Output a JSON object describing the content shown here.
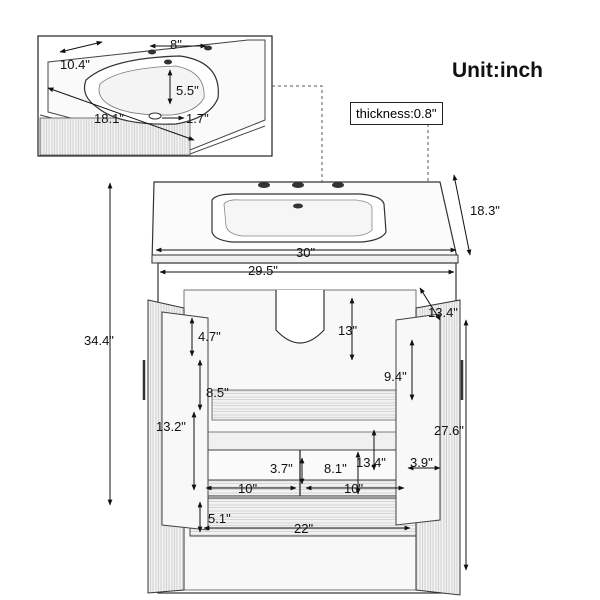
{
  "unit_label": "Unit:inch",
  "thickness_label": "thickness:0.8\"",
  "dims": {
    "inset_faucet_spacing": "8\"",
    "inset_basin_depth": "10.4\"",
    "inset_faucet_to_basin": "5.5\"",
    "inset_basin_width": "18.1\"",
    "inset_drain": "1.7\"",
    "top_depth": "18.3\"",
    "top_width": "30\"",
    "cabinet_width": "29.5\"",
    "overall_height": "34.4\"",
    "back_cutout_height": "13\"",
    "back_cutout_side": "13.4\"",
    "door_shelf_top": "4.7\"",
    "door_shelf_gap": "8.5\"",
    "left_door_height": "13.2\"",
    "right_door_upper": "9.4\"",
    "right_door_height": "27.6\"",
    "drawer_divider_height": "3.7\"",
    "drawer_mid_height": "8.1\"",
    "drawer_depth": "13.4\"",
    "drawer_side": "3.9\"",
    "drawer_left_width": "10\"",
    "drawer_right_width": "10\"",
    "drawer_height": "5.1\"",
    "drawer_width": "22\""
  }
}
